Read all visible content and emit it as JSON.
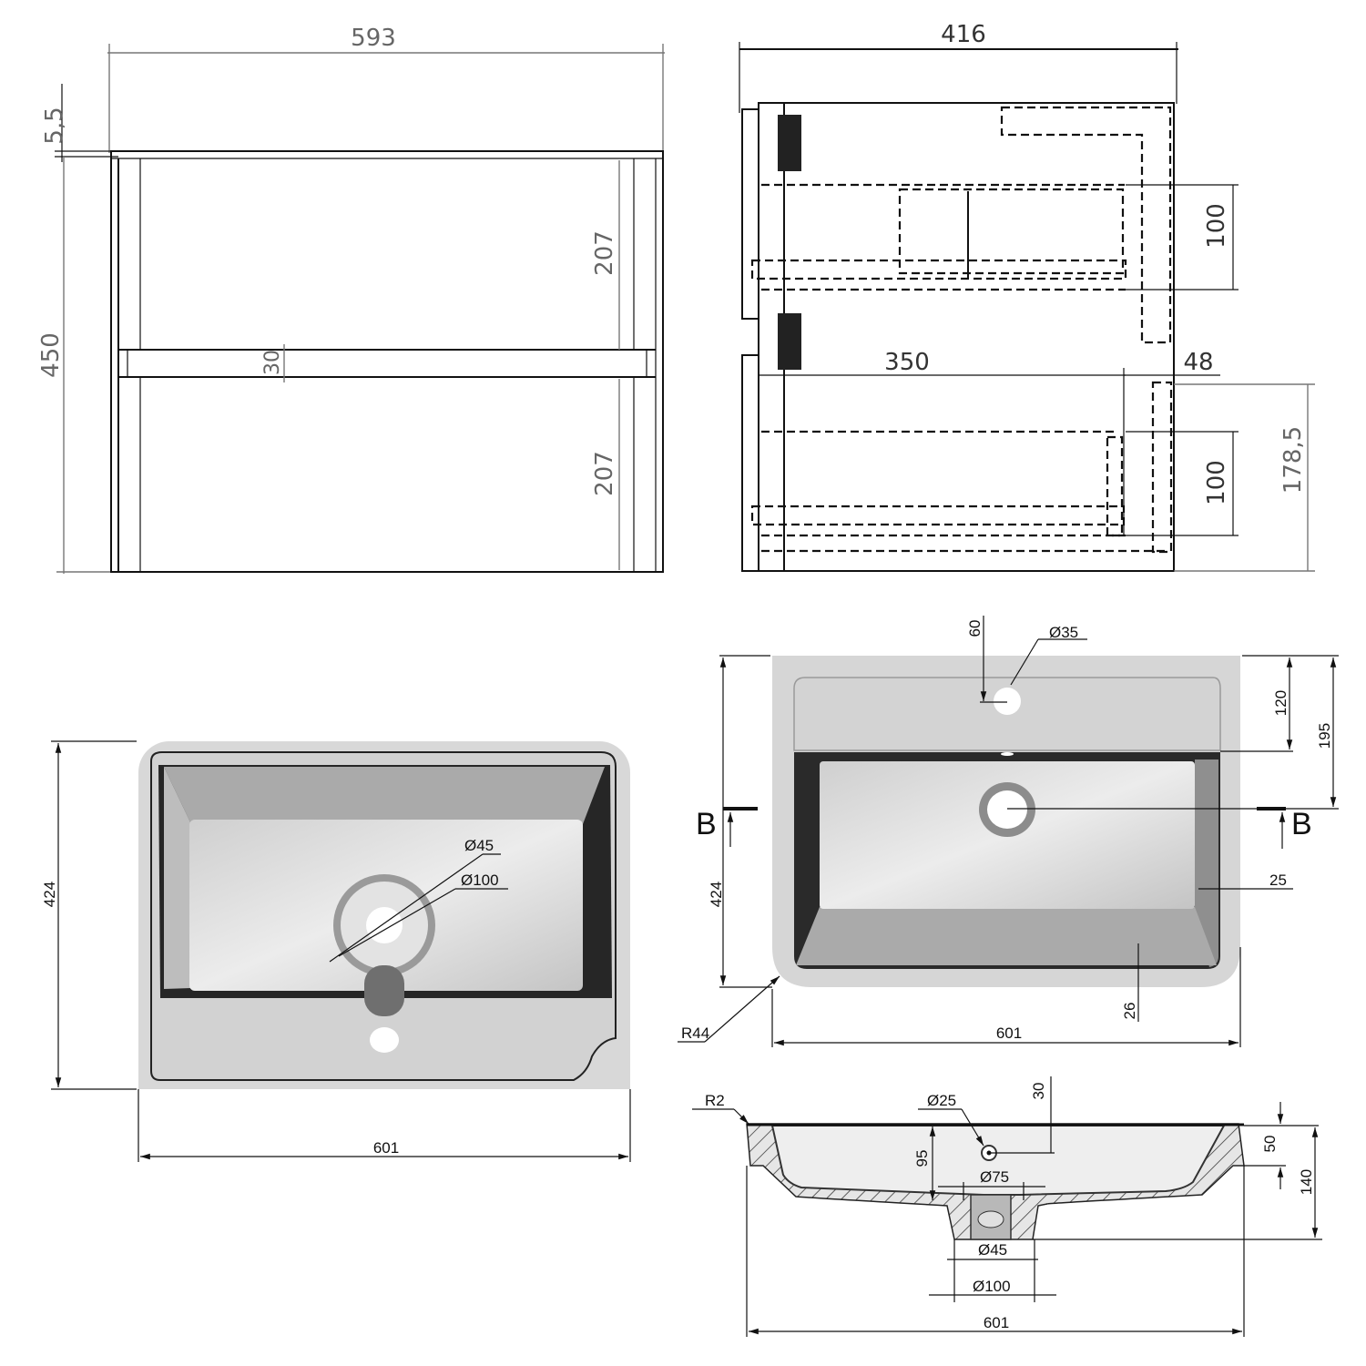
{
  "front_view": {
    "width": "593",
    "height": "450",
    "top_thickness": "5,5",
    "drawer_upper_height": "207",
    "drawer_lower_height": "207",
    "rail_height": "30"
  },
  "side_view": {
    "depth": "416",
    "upper_drawer_box_height": "100",
    "lower_drawer_box_height": "100",
    "drawer_depth": "350",
    "back_offset": "48",
    "lower_drawer_height": "178,5"
  },
  "basin_top_view_left": {
    "depth": "424",
    "width": "601",
    "drain_inner_diameter": "Ø45",
    "drain_outer_diameter": "Ø100"
  },
  "basin_top_view_right": {
    "tap_hole_offset": "60",
    "tap_hole_diameter": "Ø35",
    "deck_depth": "120",
    "drain_center_offset": "195",
    "depth": "424",
    "side_wall": "25",
    "front_wall": "26",
    "corner_radius": "R44",
    "width": "601",
    "section_label_left": "B",
    "section_label_right": "B"
  },
  "basin_section_view": {
    "edge_radius": "R2",
    "overflow_diameter": "Ø25",
    "overflow_offset": "30",
    "bowl_depth": "95",
    "drain_top_diameter": "Ø75",
    "rim_height": "50",
    "total_height": "140",
    "drain_inner_diameter": "Ø45",
    "drain_outer_diameter": "Ø100",
    "width": "601"
  },
  "colors": {
    "line": "#111111",
    "dimension_grey": "#666666",
    "ceramic_light": "#d6d6d6",
    "ceramic_mid": "#a9a9a9",
    "ceramic_dark": "#262626"
  }
}
